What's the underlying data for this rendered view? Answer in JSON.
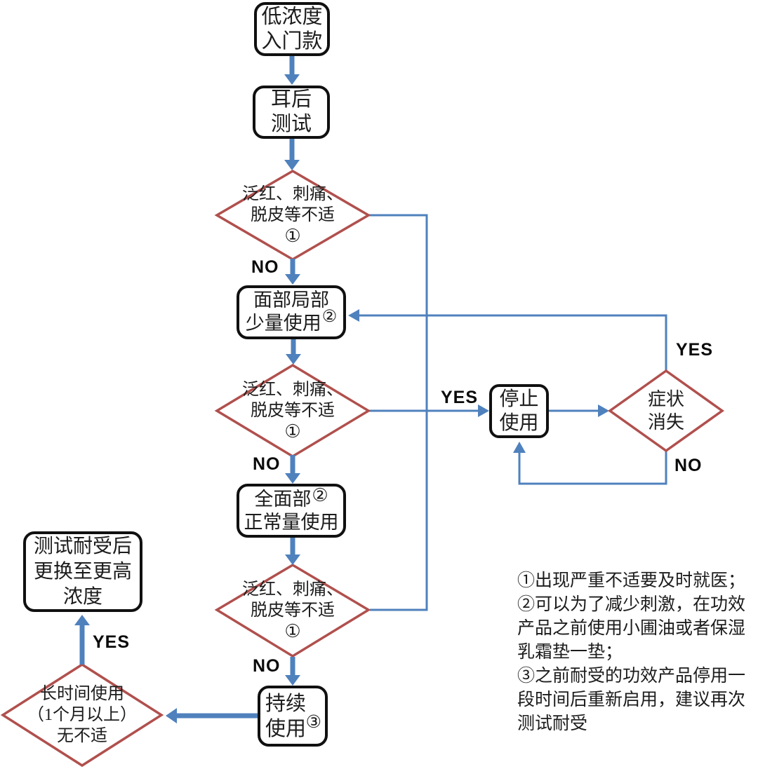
{
  "colors": {
    "connector_blue": "#4f81bd",
    "decision_red": "#b0504d",
    "box_border": "#111111"
  },
  "flow": {
    "boxes": {
      "entry": {
        "line1": "低浓度",
        "line2": "入门款"
      },
      "ear_test": {
        "line1": "耳后",
        "line2": "测试"
      },
      "local_use": {
        "line1": "面部局部",
        "line2": "少量使用",
        "marker": "②"
      },
      "full_use": {
        "line1": "全面部",
        "line2": "正常量使用",
        "marker": "②"
      },
      "continue_use": {
        "line1": "持续",
        "line2": "使用",
        "marker": "③"
      },
      "upgrade": {
        "line1": "测试耐受后",
        "line2": "更换至更高",
        "line3": "浓度"
      },
      "stop": {
        "line1": "停止",
        "line2": "使用"
      }
    },
    "decisions": {
      "irritation": {
        "line1": "泛红、刺痛、",
        "line2": "脱皮等不适",
        "marker": "①"
      },
      "symptoms_gone": {
        "line1": "症状",
        "line2": "消失"
      },
      "long_term": {
        "line1": "长时间使用",
        "line2": "（1个月以上）",
        "line3": "无不适"
      }
    },
    "labels": {
      "no": "NO",
      "yes": "YES"
    }
  },
  "notes": {
    "lines": [
      "①出现严重不适要及时就医；",
      "②可以为了减少刺激，在功效",
      "产品之前使用小圃油或者保湿",
      "乳霜垫一垫；",
      "③之前耐受的功效产品停用一",
      "段时间后重新启用，建议再次",
      "测试耐受"
    ]
  }
}
